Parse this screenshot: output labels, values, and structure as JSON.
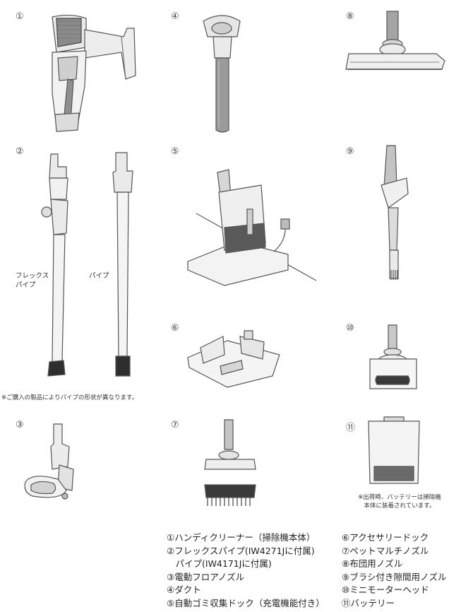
{
  "numbers": [
    "①",
    "②",
    "③",
    "④",
    "⑤",
    "⑥",
    "⑦",
    "⑧",
    "⑨",
    "⑩",
    "⑪"
  ],
  "captions": {
    "flex_pipe_line1": "フレックス",
    "flex_pipe_line2": "パイプ",
    "pipe": "パイプ"
  },
  "notes": {
    "pipe_shape": "※ご購入の製品によりパイプの形状が異なります。",
    "battery_line1": "※出荷時、バッテリーは掃除機",
    "battery_line2": "本体に装着されています。"
  },
  "legend_left": [
    "①ハンディクリーナー（掃除機本体）",
    "②フレックスパイプ(IW4271Jに付属)",
    "　パイプ(IW4171Jに付属)",
    "③電動フロアノズル",
    "④ダクト",
    "⑤自動ゴミ収集ドック（充電機能付き）"
  ],
  "legend_right": [
    "⑥アクセサリードック",
    "⑦ペットマルチノズル",
    "⑧布団用ノズル",
    "⑨ブラシ付き隙間用ノズル",
    "⑩ミニモーターヘッド",
    "⑪バッテリー"
  ]
}
